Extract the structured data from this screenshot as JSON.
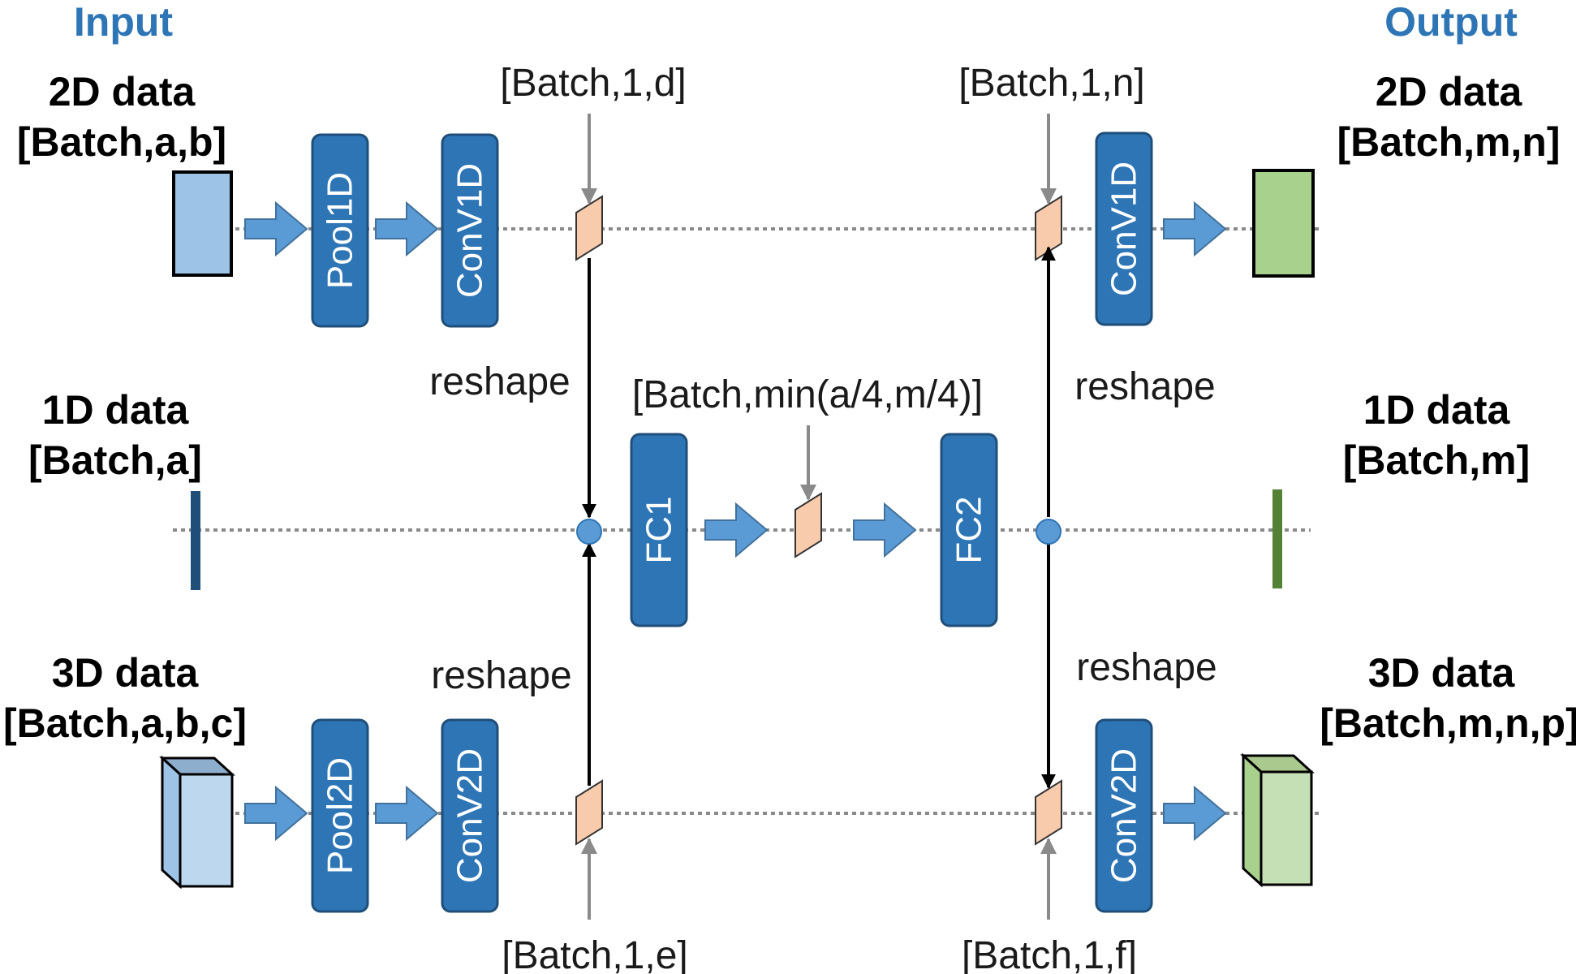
{
  "headers": {
    "input": "Input",
    "output": "Output"
  },
  "input_labels": {
    "d2": {
      "line1": "2D data",
      "line2": "[Batch,a,b]"
    },
    "d1": {
      "line1": "1D data",
      "line2": "[Batch,a]"
    },
    "d3": {
      "line1": "3D data",
      "line2": "[Batch,a,b,c]"
    }
  },
  "output_labels": {
    "d2": {
      "line1": "2D data",
      "line2": "[Batch,m,n]"
    },
    "d1": {
      "line1": "1D data",
      "line2": "[Batch,m]"
    },
    "d3": {
      "line1": "3D data",
      "line2": "[Batch,m,n,p]"
    }
  },
  "blocks": {
    "pool1d": "Pool1D",
    "conv1d_in": "ConV1D",
    "conv1d_out": "ConV1D",
    "pool2d": "Pool2D",
    "conv2d_in": "ConV2D",
    "conv2d_out": "ConV2D",
    "fc1": "FC1",
    "fc2": "FC2"
  },
  "shape_annotations": {
    "top_left": "[Batch,1,d]",
    "top_right": "[Batch,1,n]",
    "middle": "[Batch,min(a/4,m/4)]",
    "bottom_left": "[Batch,1,e]",
    "bottom_right": "[Batch,1,f]"
  },
  "reshape_labels": {
    "upper_left": "reshape",
    "upper_right": "reshape",
    "lower_left": "reshape",
    "lower_right": "reshape"
  },
  "colors": {
    "header": "#2e75b6",
    "block_fill": "#2e75b6",
    "block_stroke": "#1f4e79",
    "arrow_fill": "#5b9bd5",
    "flatten_fill": "#f8cbad",
    "input_2d_fill": "#9dc3e6",
    "input_3d_fill": "#bdd7ee",
    "input_1d_bar": "#1f4e79",
    "output_2d_fill": "#a9d18e",
    "output_3d_fill": "#c5e0b4",
    "output_1d_bar": "#548235",
    "node_fill": "#5b9bd5"
  }
}
